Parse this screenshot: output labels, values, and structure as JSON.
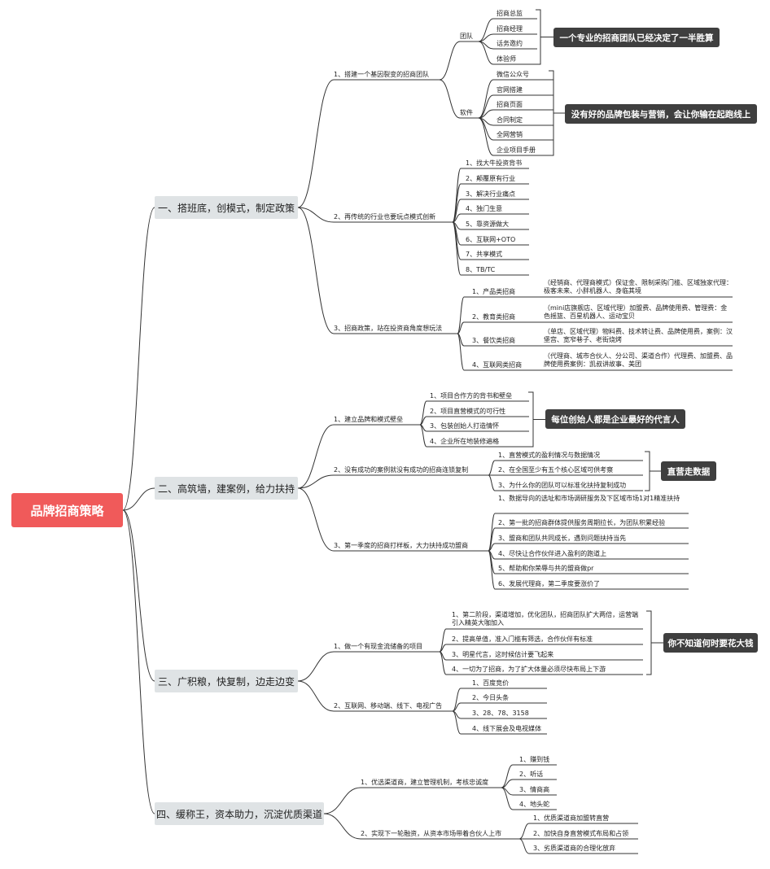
{
  "root": "品牌招商策略",
  "sections": [
    {
      "label": "一、搭班底，创模式，制定政策",
      "items": [
        {
          "label": "1、搭建一个基因裂变的招商团队",
          "groups": [
            {
              "label": "团队",
              "items": [
                "招商总监",
                "招商经理",
                "话务邀约",
                "体验师"
              ]
            },
            {
              "label": "软件",
              "items": [
                "微信公众号",
                "官网搭建",
                "招商页面",
                "合同制定",
                "全网营销",
                "企业项目手册"
              ]
            }
          ]
        },
        {
          "label": "2、再传统的行业也要玩点模式创新",
          "items": [
            "1、找大牛投资背书",
            "2、颠覆原有行业",
            "3、解决行业痛点",
            "4、独门生意",
            "5、靠资源做大",
            "6、互联网+OTO",
            "7、共享模式",
            "8、TB/TC"
          ]
        },
        {
          "label": "3、招商政策，站在投资商角度想玩法",
          "items": [
            {
              "label": "1、产品类招商",
              "detail": "（经销商、代理商模式）保证金、限制采购门槛、区域独家代理：极客未来、小胖机器人、身临其境"
            },
            {
              "label": "2、教育类招商",
              "detail": "（mini店旗舰店、区域代理）加盟费、品牌使用费、管理费：金色摇篮、百星机器人、运动宝贝"
            },
            {
              "label": "3、餐饮类招商",
              "detail": "（单店、区域代理）物料费、技术转让费、品牌使用费，案例：汉堡宫、宽窄巷子、老街烧烤"
            },
            {
              "label": "4、互联网类招商",
              "detail": "（代理商、城市合伙人、分公司、渠道合作）代理费、加盟费、品牌使用费案例：凯叔讲故事、美团"
            }
          ]
        }
      ]
    },
    {
      "label": "二、高筑墙，建案例，给力扶持",
      "items": [
        {
          "label": "1、建立品牌和模式壁垒",
          "items": [
            "1、项目合作方的背书和壁垒",
            "2、项目直营模式的可行性",
            "3、包装创始人打造情怀",
            "4、企业所在地装修遍格"
          ]
        },
        {
          "label": "2、没有成功的案例就没有成功的招商连锁复制",
          "items": [
            "1、直营模式的盈利情况与数据情况",
            "2、在全国至少有五个核心区域可供考察",
            "3、为什么你的团队可以标准化扶持复制成功"
          ]
        },
        {
          "label": "3、第一季度的招商打样板，大力扶持成功盟商",
          "items": [
            "1、数据导向的选址和市场调研服务及下区域市场1对1精准扶持",
            "2、第一批的招商群体提供服务周期拉长，为团队积累经验",
            "3、盟商和团队共同成长，遇到问题扶持当先",
            "4、尽快让合作伙伴进入盈利的跑道上",
            "5、帮助和你荣辱与共的盟商做pr",
            "6、发展代理商，第二季度要涨价了"
          ]
        }
      ]
    },
    {
      "label": "三、广积粮，快复制，边走边变",
      "items": [
        {
          "label": "1、做一个有现金流储备的项目",
          "items": [
            "1、第二阶段，渠道增加，优化团队，招商团队扩大两倍，运营端引入精英大咖加入",
            "2、提高单值，准入门槛有筛选，合作伙伴有标准",
            "3、明星代言，这时候估计要飞起来",
            "4、一切为了招商，为了扩大体量必须尽快布局上下游"
          ]
        },
        {
          "label": "2、互联网、移动端、线下、电视广告",
          "items": [
            "1、百度竞价",
            "2、今日头条",
            "3、28、78、3158",
            "4、线下展会及电视媒体"
          ]
        }
      ]
    },
    {
      "label": "四、缓称王，资本助力，沉淀优质渠道",
      "items": [
        {
          "label": "1、优选渠道商，建立管理机制，考核忠诚度",
          "items": [
            "1、赚到钱",
            "2、听话",
            "3、情商高",
            "4、地头蛇"
          ]
        },
        {
          "label": "2、实现下一轮融资，从资本市场带着合伙人上市",
          "items": [
            "1、优质渠道商加盟转直营",
            "2、加快自身直营模式布局和占领",
            "3、劣质渠道商的合理化放弃"
          ]
        }
      ]
    }
  ],
  "notes": [
    "一个专业的招商团队已经决定了一半胜算",
    "没有好的品牌包装与营销，会让你输在起跑线上",
    "每位创始人都是企业最好的代言人",
    "直营走数据",
    "你不知道何时要花大钱"
  ],
  "colors": {
    "root_bg": "#f05a5a",
    "section_bg": "#dfe3e5",
    "note_bg": "#3f3f3f",
    "line": "#333333"
  }
}
